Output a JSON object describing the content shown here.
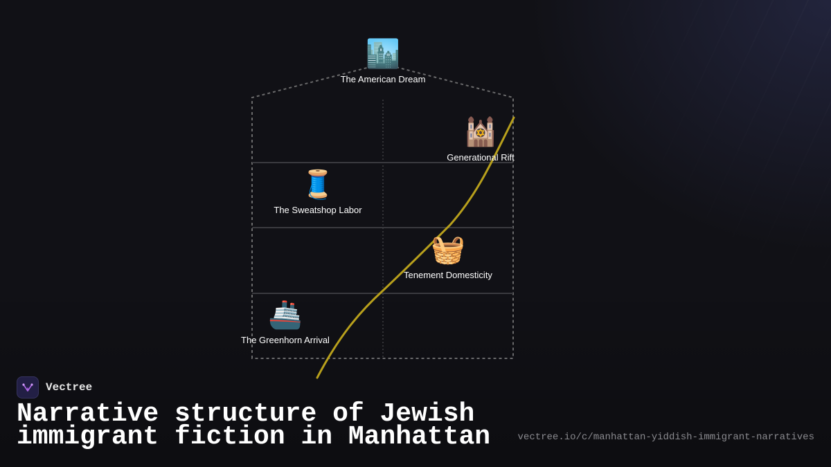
{
  "brand": {
    "name": "Vectree",
    "logo_icon": "vectree-logo-icon"
  },
  "title": "Narrative structure of Jewish immigrant fiction in Manhattan",
  "url": "vectree.io/c/manhattan-yiddish-immigrant-narratives",
  "colors": {
    "background": "#111116",
    "arc": "#b8a01c",
    "frame": "#8a8a8a",
    "level_line": "#3a3a3f",
    "text": "#ffffff",
    "url": "#8a8a8f"
  },
  "nodes": [
    {
      "id": "american-dream",
      "label": "The American Dream",
      "emoji": "🏙️",
      "icon": "cityscape-icon"
    },
    {
      "id": "generational-rift",
      "label": "Generational Rift",
      "emoji": "🕍",
      "icon": "synagogue-icon"
    },
    {
      "id": "sweatshop-labor",
      "label": "The Sweatshop Labor",
      "emoji": "🧵",
      "icon": "thread-spool-icon"
    },
    {
      "id": "tenement-domesticity",
      "label": "Tenement Domesticity",
      "emoji": "🧺",
      "icon": "basket-icon"
    },
    {
      "id": "greenhorn-arrival",
      "label": "The Greenhorn Arrival",
      "emoji": "🚢",
      "icon": "ship-icon"
    }
  ]
}
